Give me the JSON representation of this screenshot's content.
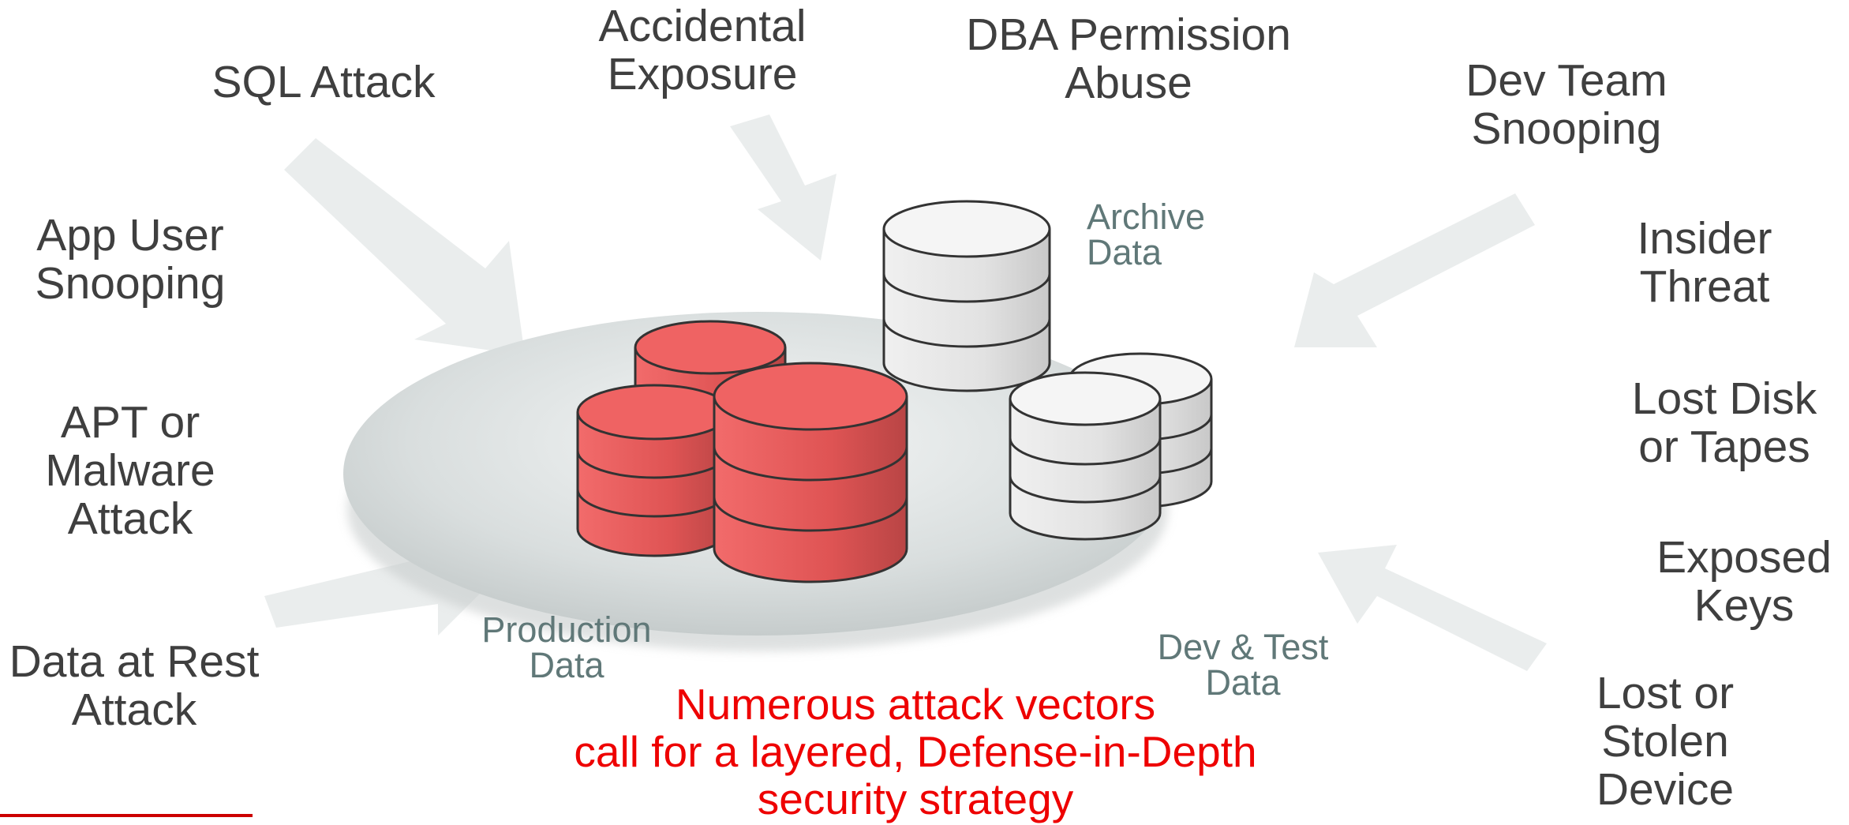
{
  "threats": {
    "sql_attack": "SQL Attack",
    "accidental_exposure": "Accidental\nExposure",
    "dba_permission_abuse": "DBA Permission\nAbuse",
    "dev_team_snooping": "Dev Team\nSnooping",
    "app_user_snooping": "App User\nSnooping",
    "insider_threat": "Insider\nThreat",
    "apt_malware_attack": "APT or\nMalware\nAttack",
    "lost_disk_tapes": "Lost Disk\nor Tapes",
    "exposed_keys": "Exposed\nKeys",
    "data_at_rest_attack": "Data at Rest\nAttack",
    "lost_stolen_device": "Lost  or\nStolen\nDevice"
  },
  "data_labels": {
    "archive": "Archive\nData",
    "production": "Production\nData",
    "dev_test": "Dev & Test\nData"
  },
  "message": "Numerous attack vectors\ncall for a layered, Defense-in-Depth\nsecurity strategy",
  "colors": {
    "production_db": "#e85a5a",
    "other_db": "#e4e4e4",
    "arrow": "#eaeded",
    "message": "#ee0000",
    "label": "#3f3f3f",
    "data_label": "#607878"
  }
}
